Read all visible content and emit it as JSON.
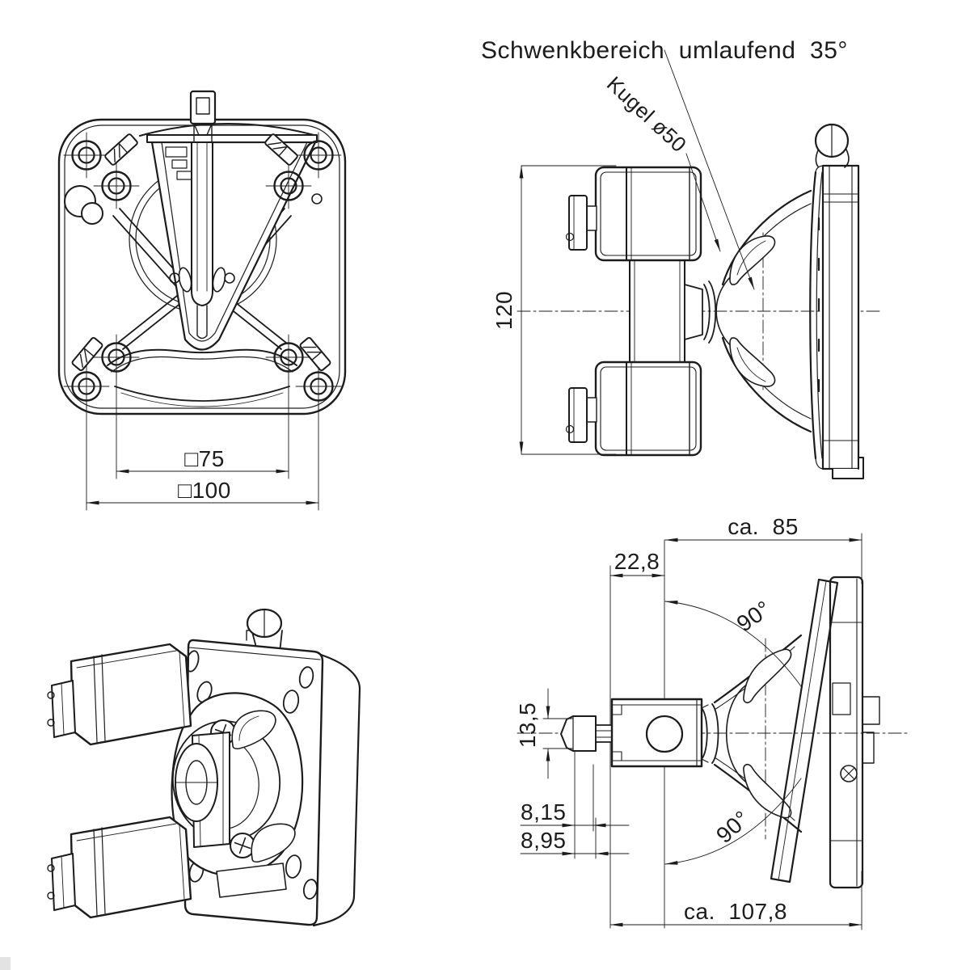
{
  "page": {
    "background": "#ffffff",
    "line_color": "#1c1c1c",
    "watermark_color": "#e3e3e3"
  },
  "annotations": {
    "swivel_note": "Schwenkbereich  umlaufend  35°",
    "ball_label": "Kugel ø50"
  },
  "front_view": {
    "dim_vesa75": "□75",
    "dim_vesa100": "□100"
  },
  "side_view": {
    "dim_height": "120"
  },
  "top_view": {
    "dim_depth_approx": "ca.  85",
    "dim_offset": "22,8",
    "dim_clamp": "13,5",
    "dim_small_1": "8,15",
    "dim_small_2": "8,95",
    "angle_upper": "90°",
    "angle_lower": "90°",
    "dim_total_approx": "ca.  107,8"
  }
}
